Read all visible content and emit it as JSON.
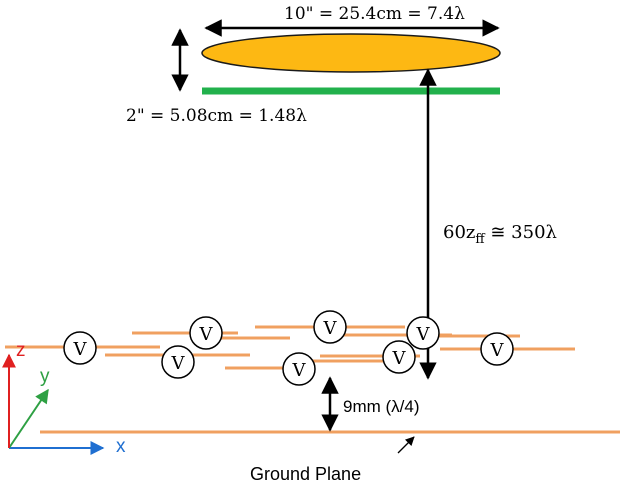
{
  "colors": {
    "antenna": "#FDB813",
    "antenna_edge": "#1a1a1a",
    "reflector": "#22B14C",
    "element": "#F0A060",
    "ground": "#F0A060",
    "axis_x": "#1f6fd1",
    "axis_y": "#2ea043",
    "axis_z": "#e02020",
    "arrow": "#000000"
  },
  "labels": {
    "width_dim": "10\" = 25.4cm = 7.4λ",
    "height_dim": "2\" = 5.08cm = 1.48λ",
    "far_field": "60z",
    "far_field_sub": "ff",
    "far_field_tail": " ≅ 350λ",
    "gap": "9mm (λ/4)",
    "ground_plane": "Ground Plane"
  },
  "axes": {
    "x": "x",
    "y": "y",
    "z": "z"
  },
  "source_label": "V"
}
